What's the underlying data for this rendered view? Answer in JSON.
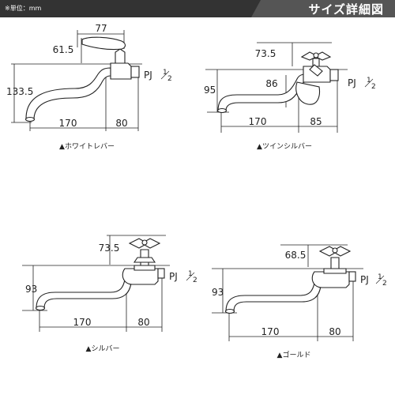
{
  "header": {
    "unit_note": "※単位：mm",
    "title": "サイズ詳細図",
    "bar_color": "#333333",
    "title_bg_color": "#555555"
  },
  "diagrams": [
    {
      "id": "white-lever",
      "caption": "▲ホワイトレバー",
      "pipe_thread": "PJ",
      "pipe_fraction_num": "1",
      "pipe_fraction_den": "2",
      "dimensions": {
        "handle_width": "77",
        "handle_height": "61.5",
        "total_height": "133.5",
        "spout_length": "170",
        "body_length": "80"
      }
    },
    {
      "id": "twin-silver",
      "caption": "▲ツインシルバー",
      "pipe_thread": "PJ",
      "pipe_fraction_num": "1",
      "pipe_fraction_den": "2",
      "dimensions": {
        "handle_height": "73.5",
        "total_height": "95",
        "body_height": "86",
        "spout_length": "170",
        "body_length": "85"
      }
    },
    {
      "id": "silver",
      "caption": "▲シルバー",
      "pipe_thread": "PJ",
      "pipe_fraction_num": "1",
      "pipe_fraction_den": "2",
      "dimensions": {
        "handle_height": "73.5",
        "total_height": "93",
        "spout_length": "170",
        "body_length": "80"
      }
    },
    {
      "id": "gold",
      "caption": "▲ゴールド",
      "pipe_thread": "PJ",
      "pipe_fraction_num": "1",
      "pipe_fraction_den": "2",
      "dimensions": {
        "handle_height": "68.5",
        "total_height": "93",
        "spout_length": "170",
        "body_length": "80"
      }
    }
  ]
}
